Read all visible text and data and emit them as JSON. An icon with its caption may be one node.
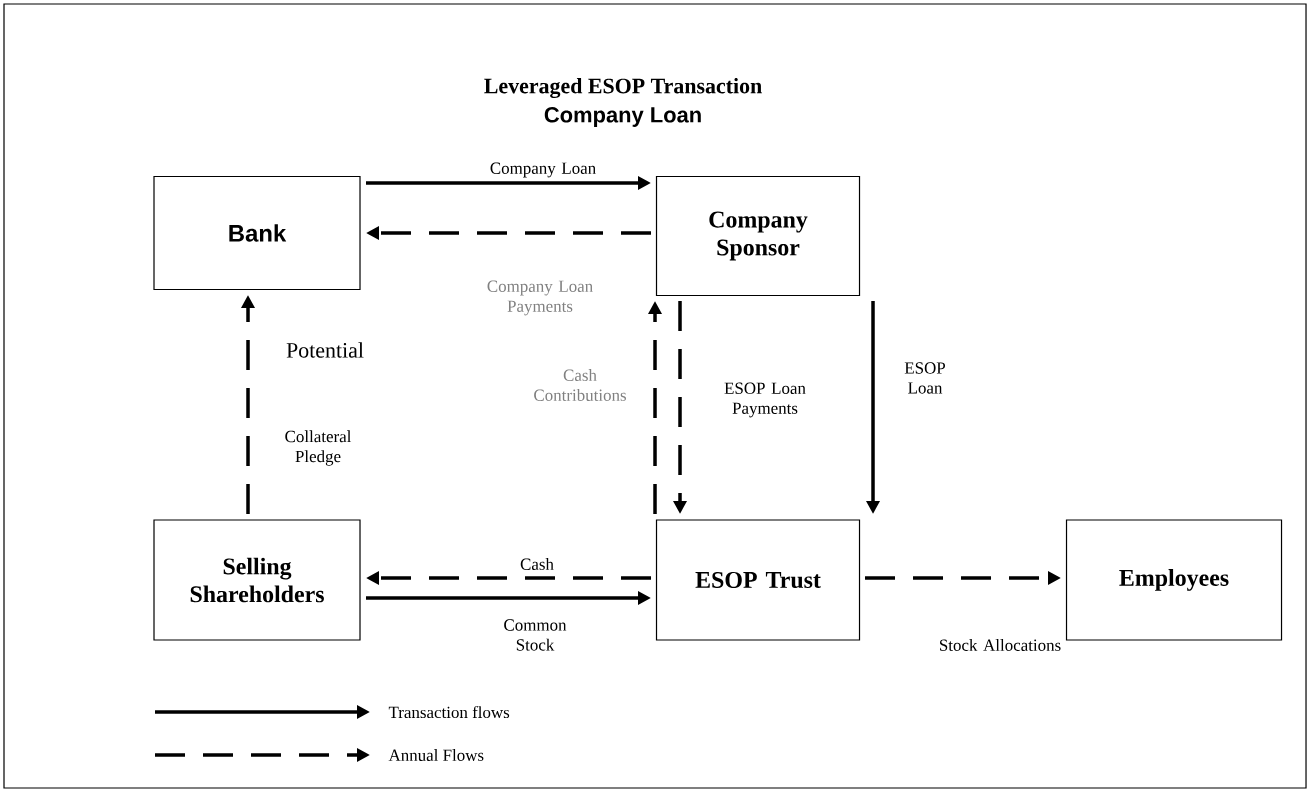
{
  "diagram": {
    "title": "Leveraged ESOP Transaction",
    "nodes": [
      {
        "text": [
          "Bank"
        ]
      },
      {
        "text": [
          "Company Sponsor"
        ]
      },
      {
        "text": [
          "Selling Shareholders"
        ]
      },
      {
        "text": [
          "ESOP Trust"
        ]
      },
      {
        "text": [
          "Employees"
        ]
      }
    ],
    "edges": [
      {
        "from": 0,
        "to": 1,
        "arrow": "to",
        "label": "Company Loan"
      },
      {
        "from": 1,
        "to": 0,
        "arrow": "to",
        "label": "Company Loan Payments",
        "style": "dashed"
      },
      {
        "from": 2,
        "to": 0,
        "arrow": "to",
        "label": "Collateral Pledge",
        "style": "dashed"
      },
      {
        "from": 3,
        "to": 1,
        "arrow": "to",
        "label": "Cash Contributions",
        "style": "dashed"
      },
      {
        "from": 1,
        "to": 3,
        "arrow": "to",
        "label": "ESOP Loan Payments",
        "style": "dashed"
      },
      {
        "from": 1,
        "to": 3,
        "arrow": "to",
        "label": "ESOP Loan"
      },
      {
        "from": 3,
        "to": 2,
        "arrow": "to",
        "label": "Cash",
        "style": "dashed"
      },
      {
        "from": 2,
        "to": 3,
        "arrow": "to",
        "label": "Common Stock"
      },
      {
        "from": 3,
        "to": 4,
        "arrow": "to",
        "label": "Stock Allocations",
        "style": "dashed"
      }
    ],
    "labels": [
      "Company Loan",
      "Potential"
    ],
    "legend": [
      {
        "text": "Transaction flows"
      },
      {
        "text": "Annual Flows"
      }
    ]
  }
}
